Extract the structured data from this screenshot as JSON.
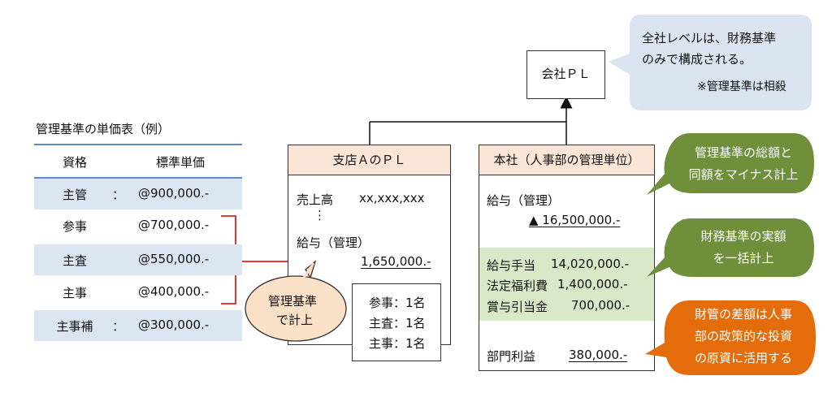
{
  "table": {
    "title": "管理基準の単価表（例）",
    "headers": [
      "資格",
      "標準単価"
    ],
    "rows": [
      {
        "grade": "主管",
        "sep": "：",
        "price": "@900,000.-",
        "shaded": true
      },
      {
        "grade": "参事",
        "sep": "",
        "price": "@700,000.-",
        "shaded": false
      },
      {
        "grade": "主査",
        "sep": "",
        "price": "@550,000.-",
        "shaded": true
      },
      {
        "grade": "主事",
        "sep": "",
        "price": "@400,000.-",
        "shaded": false
      },
      {
        "grade": "主事補",
        "sep": "：",
        "price": "@300,000.-",
        "shaded": true
      }
    ]
  },
  "company_pl": {
    "label": "会社ＰＬ"
  },
  "callout_top": {
    "line1": "全社レベルは、財務基準",
    "line2": "のみで構成される。",
    "note": "※管理基準は相殺"
  },
  "branch": {
    "title": "支店ＡのＰＬ",
    "sales_label": "売上高",
    "sales_value": "xx,xxx,xxx",
    "dots": "⋮",
    "salary_label": "給与（管理）",
    "salary_value": "1,650,000.-"
  },
  "headcount": {
    "lines": [
      "参事：1名",
      "主査：1名",
      "主事：1名"
    ]
  },
  "peach_bubble": {
    "line1": "管理基準",
    "line2": "で計上"
  },
  "hq": {
    "title": "本社（人事部の管理単位）",
    "salary_label": "給与（管理）",
    "salary_value": "▲ 16,500,000.-",
    "items": [
      {
        "label": "給与手当",
        "value": "14,020,000.-"
      },
      {
        "label": "法定福利費",
        "value": "1,400,000.-"
      },
      {
        "label": "賞与引当金",
        "value": "700,000.-"
      }
    ],
    "profit_label": "部門利益",
    "profit_value": "380,000.-"
  },
  "green_bubble_1": {
    "line1": "管理基準の総額と",
    "line2": "同額をマイナス計上"
  },
  "green_bubble_2": {
    "line1": "財務基準の実額",
    "line2": "を一括計上"
  },
  "orange_bubble": {
    "line1": "財管の差額は人事",
    "line2": "部の政策的な投資",
    "line3": "の原資に活用する"
  },
  "colors": {
    "table_shade": "#dce6f2",
    "table_rule": "#5b8bd0",
    "box_header": "#fbe5d6",
    "hq_band": "#d9e8c7",
    "green": "#6f8f3a",
    "orange": "#e46c0a",
    "peach": "#fbe0c8",
    "callout": "#dbe5f1",
    "bracket_red": "#e02020"
  }
}
